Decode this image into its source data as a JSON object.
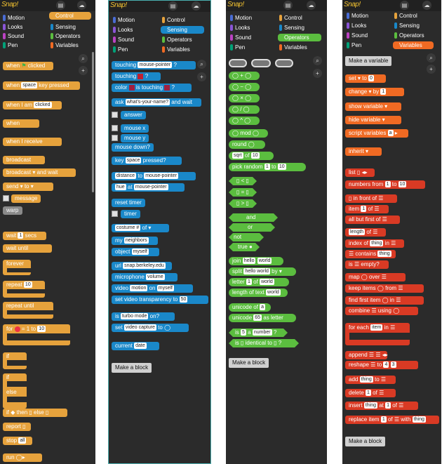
{
  "app_title": "Snap!",
  "categories": [
    "Motion",
    "Looks",
    "Sound",
    "Pen",
    "Control",
    "Sensing",
    "Operators",
    "Variables"
  ],
  "panel1": {
    "active": "Control",
    "blocks": [
      "when",
      "clicked",
      "when",
      "key pressed",
      "space",
      "when I am",
      "clicked",
      "when",
      "when I receive",
      "broadcast",
      "broadcast",
      "and wait",
      "send",
      "to",
      "message",
      "warp",
      "wait",
      "secs",
      "wait until",
      "forever",
      "repeat",
      "10",
      "repeat until",
      "for",
      "= 1 to",
      "10",
      "if",
      "if",
      "else",
      "if",
      "then",
      "else",
      "report",
      "stop",
      "all",
      "run"
    ]
  },
  "panel2": {
    "active": "Sensing",
    "blocks": [
      "touching",
      "mouse-pointer",
      "touching",
      "color",
      "is touching",
      "ask",
      "what's-your-name?",
      "and wait",
      "answer",
      "mouse x",
      "mouse y",
      "mouse down?",
      "key",
      "space",
      "pressed?",
      "distance",
      "to",
      "mouse-pointer",
      "hue",
      "at",
      "mouse-pointer",
      "reset timer",
      "timer",
      "costume #",
      "of",
      "my",
      "neighbors",
      "object",
      "myself",
      "url",
      "snap.berkeley.edu",
      "microphone",
      "volume",
      "video",
      "motion",
      "on",
      "myself",
      "set video transparency to",
      "50",
      "is",
      "turbo mode",
      "on?",
      "set",
      "video capture",
      "to",
      "current",
      "date"
    ],
    "make_block": "Make a block"
  },
  "panel3": {
    "active": "Operators",
    "blocks": [
      "+",
      "−",
      "×",
      "/",
      "^",
      "mod",
      "round",
      "sqrt",
      "of",
      "10",
      "pick random",
      "1",
      "to",
      "10",
      "<",
      "=",
      ">",
      "and",
      "or",
      "not",
      "true",
      "join",
      "hello",
      "world",
      "split",
      "hello world",
      "by",
      "letter",
      "1",
      "of",
      "world",
      "length of text",
      "world",
      "unicode of",
      "a",
      "unicode",
      "65",
      "as letter",
      "is",
      "5",
      "a",
      "number",
      "?",
      "is",
      "identical to",
      "?"
    ],
    "make_block": "Make a block"
  },
  "panel4": {
    "active": "Variables",
    "make_variable": "Make a variable",
    "blocks": [
      "set",
      "to",
      "0",
      "change",
      "by",
      "1",
      "show variable",
      "hide variable",
      "script variables",
      "a",
      "inherit",
      "list",
      "numbers from",
      "1",
      "to",
      "10",
      "in front of",
      "item",
      "1",
      "of",
      "all but first of",
      "length",
      "of",
      "index of",
      "thing",
      "in",
      "contains",
      "thing",
      "is",
      "empty?",
      "map",
      "over",
      "keep items",
      "from",
      "find first item",
      "in",
      "combine",
      "using",
      "for each",
      "item",
      "in",
      "append",
      "reshape",
      "to",
      "4",
      "3",
      "add",
      "thing",
      "to",
      "delete",
      "1",
      "of",
      "insert",
      "thing",
      "at",
      "1",
      "of",
      "replace item",
      "1",
      "of",
      "with",
      "thing"
    ],
    "make_block": "Make a block"
  },
  "colors": {
    "control": "#e6a23c",
    "sensing": "#1a88c9",
    "operators": "#5bbd3f",
    "variables": "#f06a23",
    "lists": "#d93a24",
    "background": "#2b2b2b"
  }
}
